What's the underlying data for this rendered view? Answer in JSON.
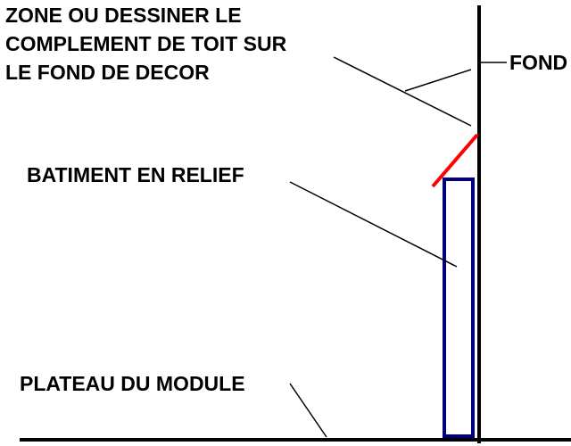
{
  "labels": {
    "zone_line1": "ZONE OU DESSINER LE",
    "zone_line2": "COMPLEMENT DE TOIT SUR",
    "zone_line3": "LE FOND DE DECOR",
    "fond": "FOND",
    "batiment": "BATIMENT EN RELIEF",
    "plateau": "PLATEAU DU MODULE"
  },
  "colors": {
    "background": "#ffffff",
    "text": "#000000",
    "lines": "#000000",
    "roof": "#ff0000",
    "building": "#000080"
  }
}
